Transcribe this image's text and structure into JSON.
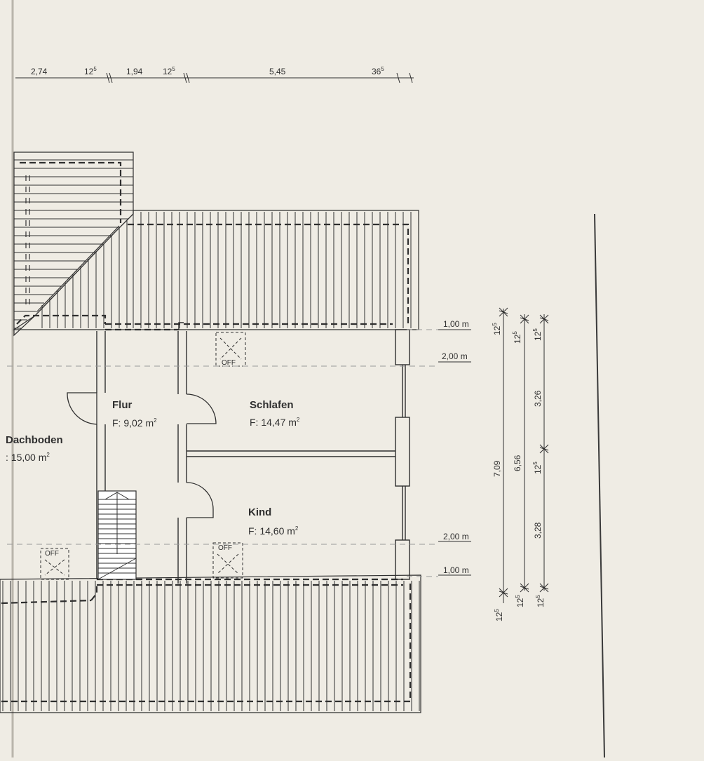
{
  "plan": {
    "top_dimensions": [
      {
        "value": "2,74"
      },
      {
        "value": "12",
        "sup": "5"
      },
      {
        "value": "1,94"
      },
      {
        "value": "12",
        "sup": "5"
      },
      {
        "value": "5,45"
      },
      {
        "value": "36",
        "sup": "5"
      }
    ],
    "rooms": [
      {
        "name": "Flur",
        "area_label": "F: 9,02 m",
        "sup": "2"
      },
      {
        "name": "Schlafen",
        "area_label": "F: 14,47 m",
        "sup": "2"
      },
      {
        "name": "Dachboden",
        "area_label": ": 15,00 m",
        "sup": "2"
      },
      {
        "name": "Kind",
        "area_label": "F: 14,60 m",
        "sup": "2"
      }
    ],
    "skylight_label": "OFF",
    "height_lines": [
      "1,00 m",
      "2,00 m",
      "2,00 m",
      "1,00 m"
    ],
    "side_dimensions": {
      "outer": [
        {
          "value": "12",
          "sup": "5"
        },
        {
          "value": "7,09"
        },
        {
          "value": "12",
          "sup": "5"
        }
      ],
      "middle": [
        {
          "value": "12",
          "sup": "5"
        },
        {
          "value": "6,56"
        },
        {
          "value": "12",
          "sup": "5"
        }
      ],
      "inner": [
        {
          "value": "12",
          "sup": "5"
        },
        {
          "value": "3,26"
        },
        {
          "value": "12",
          "sup": "5"
        },
        {
          "value": "3,28"
        },
        {
          "value": "12",
          "sup": "5"
        }
      ]
    },
    "colors": {
      "paper": "#efece4",
      "ink": "#2f2f2f",
      "dashed_line": "#9a9a9a",
      "stair_fill": "#ffffff"
    }
  }
}
